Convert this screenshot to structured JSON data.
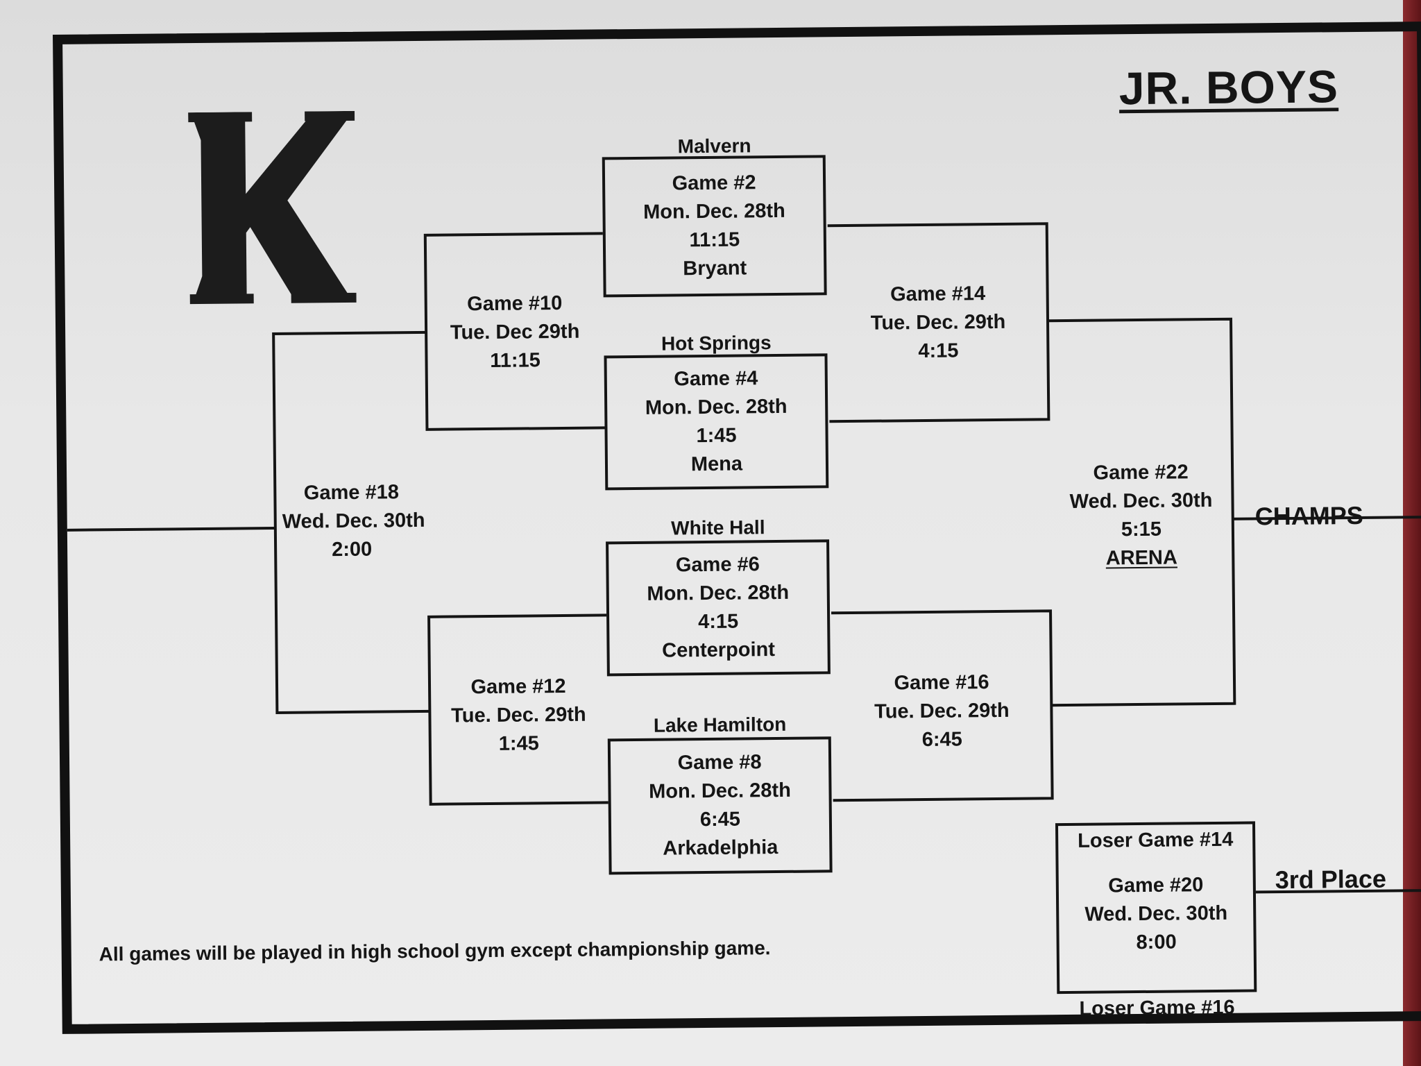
{
  "header": {
    "letter": "K",
    "title": "JR. BOYS"
  },
  "first_round": [
    {
      "top_team": "Malvern",
      "game": "Game #2",
      "date": "Mon. Dec. 28th",
      "time": "11:15",
      "bottom_team": "Bryant"
    },
    {
      "top_team": "Hot Springs",
      "game": "Game #4",
      "date": "Mon. Dec. 28th",
      "time": "1:45",
      "bottom_team": "Mena"
    },
    {
      "top_team": "White Hall",
      "game": "Game #6",
      "date": "Mon. Dec. 28th",
      "time": "4:15",
      "bottom_team": "Centerpoint"
    },
    {
      "top_team": "Lake Hamilton",
      "game": "Game #8",
      "date": "Mon. Dec. 28th",
      "time": "6:45",
      "bottom_team": "Arkadelphia"
    }
  ],
  "games": {
    "g10": {
      "game": "Game #10",
      "date": "Tue. Dec 29th",
      "time": "11:15"
    },
    "g12": {
      "game": "Game #12",
      "date": "Tue. Dec. 29th",
      "time": "1:45"
    },
    "g14": {
      "game": "Game #14",
      "date": "Tue. Dec. 29th",
      "time": "4:15"
    },
    "g16": {
      "game": "Game #16",
      "date": "Tue. Dec. 29th",
      "time": "6:45"
    },
    "g18": {
      "game": "Game #18",
      "date": "Wed. Dec. 30th",
      "time": "2:00"
    },
    "g22": {
      "game": "Game #22",
      "date": "Wed. Dec. 30th",
      "time": "5:15",
      "venue": "ARENA"
    },
    "g20": {
      "top_label": "Loser Game #14",
      "game": "Game #20",
      "date": "Wed. Dec. 30th",
      "time": "8:00",
      "bottom_label": "Loser Game #16"
    }
  },
  "outcomes": {
    "champs": "CHAMPS",
    "third": "3rd Place"
  },
  "footnote": "All games will be played in high school gym except championship game."
}
